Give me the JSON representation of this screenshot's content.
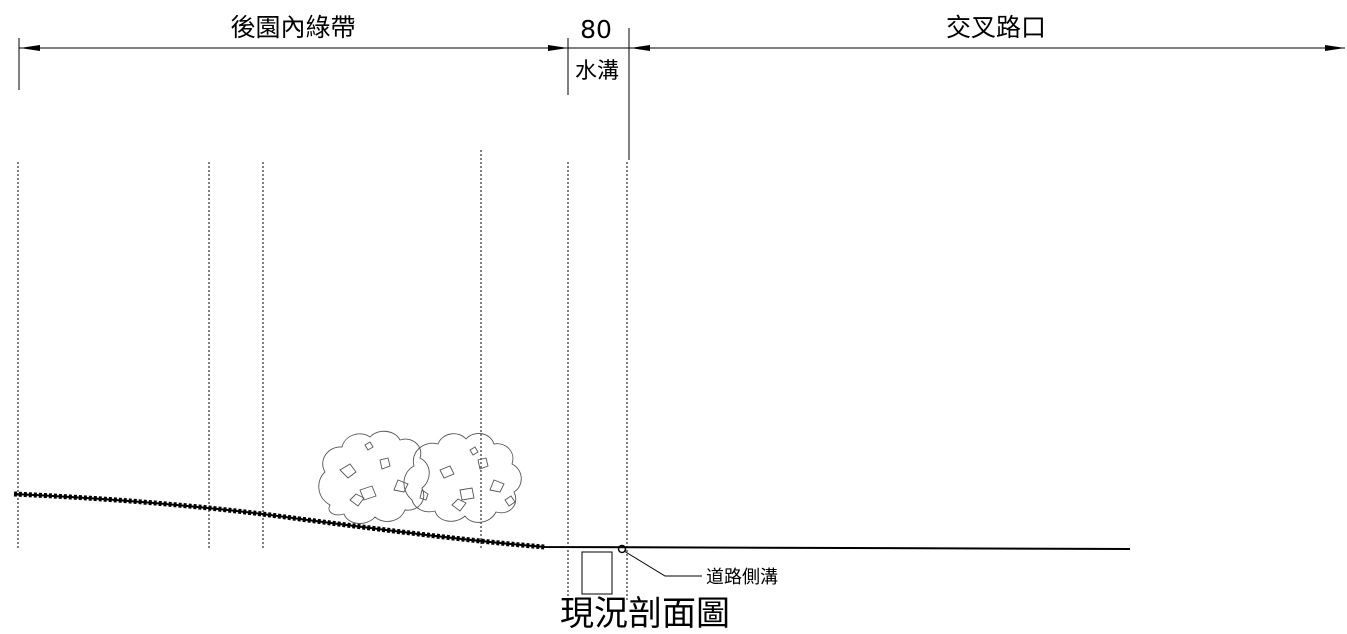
{
  "dimension": {
    "green_zone_label": "後園內綠帶",
    "ditch_width": "80",
    "ditch_label": "水溝",
    "intersection_label": "交叉路口"
  },
  "callout": {
    "road_side_ditch": "道路側溝"
  },
  "drawing_title": "現況剖面圖"
}
